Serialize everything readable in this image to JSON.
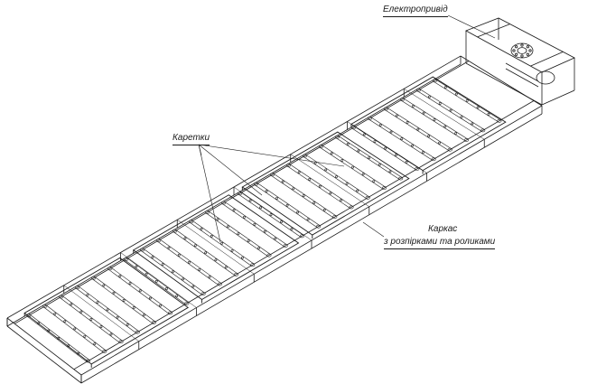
{
  "labels": {
    "drive": "Електропривід",
    "carriages": "Каретки",
    "frame_line1": "Каркас",
    "frame_line2": "з розпірками та роликами"
  },
  "colors": {
    "ink": "#1a1a1a",
    "background": "#ffffff"
  },
  "structure": {
    "roller_count": 26,
    "carriage_count": 4
  }
}
